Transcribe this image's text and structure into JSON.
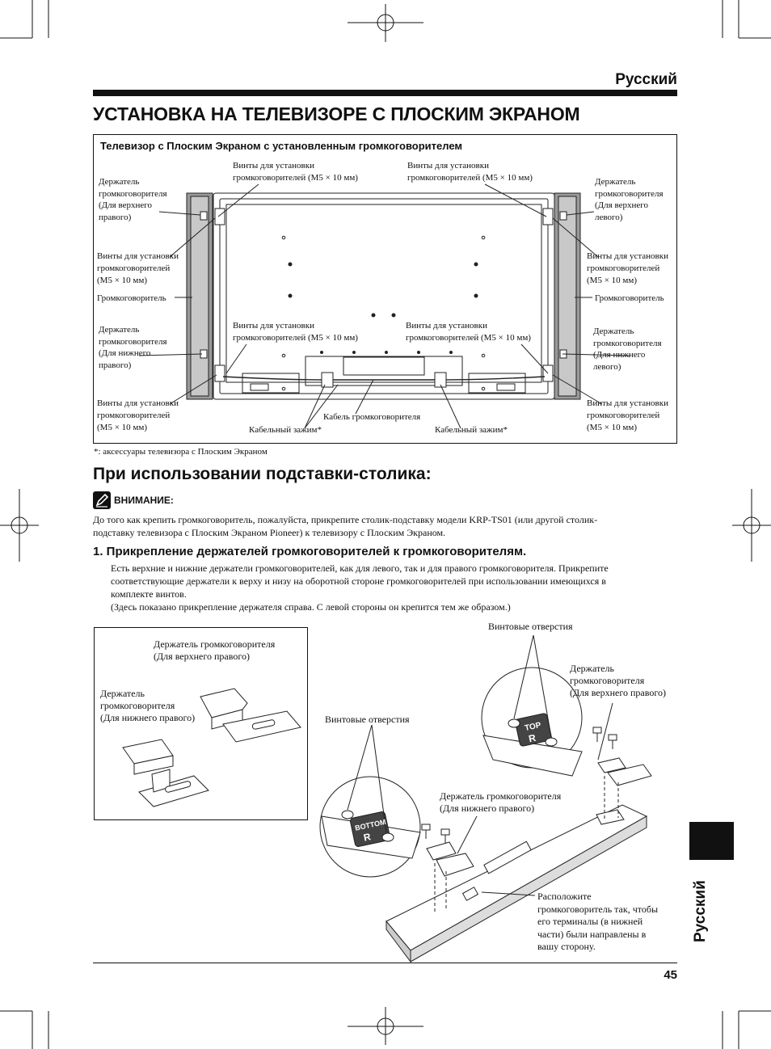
{
  "header": {
    "language": "Русский"
  },
  "section1": {
    "title": "УСТАНОВКА НА ТЕЛЕВИЗОРЕ С ПЛОСКИМ ЭКРАНОМ",
    "figure": {
      "title": "Телевизор с Плоским Экраном с установленным громкоговорителем",
      "labels": {
        "holder_upper_right": [
          "Держатель",
          "громкоговорителя",
          "(Для верхнего",
          "правого)"
        ],
        "holder_upper_left": [
          "Держатель",
          "громкоговорителя",
          "(Для верхнего",
          "левого)"
        ],
        "holder_lower_right": [
          "Держатель",
          "громкоговорителя",
          "(Для нижнего",
          "правого)"
        ],
        "holder_lower_left": [
          "Держатель",
          "громкоговорителя",
          "(Для нижнего",
          "левого)"
        ],
        "screws_top_left": [
          "Винты для установки",
          "громкоговорителей (M5 × 10 мм)"
        ],
        "screws_top_right": [
          "Винты для установки",
          "громкоговорителей (M5 × 10 мм)"
        ],
        "screws_mid_left": [
          "Винты для установки",
          "громкоговорителей (M5 × 10 мм)"
        ],
        "screws_mid_right": [
          "Винты для установки",
          "громкоговорителей (M5 × 10 мм)"
        ],
        "screws_side_left_upper": [
          "Винты для установки",
          "громкоговорителей",
          "(M5 × 10 мм)"
        ],
        "screws_side_right_upper": [
          "Винты для установки",
          "громкоговорителей",
          "(M5 × 10 мм)"
        ],
        "screws_side_left_lower": [
          "Винты для установки",
          "громкоговорителей",
          "(M5 × 10 мм)"
        ],
        "screws_side_right_lower": [
          "Винты для установки",
          "громкоговорителей",
          "(M5 × 10 мм)"
        ],
        "speaker_left": "Громкоговоритель",
        "speaker_right": "Громкоговоритель",
        "speaker_cable": "Кабель громкоговорителя",
        "cable_clamp_left": "Кабельный зажим*",
        "cable_clamp_right": "Кабельный зажим*"
      }
    },
    "footnote": "*: аксессуары телевизора с Плоским Экраном"
  },
  "section2": {
    "title": "При использовании подставки-столика:",
    "caution_label": "ВНИМАНИЕ:",
    "caution_text": [
      "До того как крепить громкоговоритель, пожалуйста, прикрепите столик-подставку модели KRP-TS01 (или другой столик-",
      "подставку телевизора с Плоским Экраном Pioneer) к телевизору с Плоским Экраном."
    ],
    "step1": {
      "heading": "1.  Прикрепление держателей громкоговорителей к громкоговорителям.",
      "body": [
        "Есть верхние и нижние держатели громкоговорителей, как для левого, так и для правого громкоговорителя. Прикрепите",
        "соответствующие держатели к верху и низу на оборотной стороне громкоговорителей при использовании имеющихся в",
        "комплекте винтов.",
        "(Здесь показано прикрепление держателя справа. С левой стороны он крепится тем же образом.)"
      ]
    },
    "figure2": {
      "inset_upper": [
        "Держатель громкоговорителя",
        "(Для верхнего правого)"
      ],
      "inset_lower": [
        "Держатель",
        "громкоговорителя",
        "(Для нижнего правого)"
      ],
      "screw_holes_top": "Винтовые отверстия",
      "screw_holes_left": "Винтовые отверстия",
      "holder_upper_right": [
        "Держатель",
        "громкоговорителя",
        "(Для верхнего правого)"
      ],
      "holder_lower_right": [
        "Держатель громкоговорителя",
        "(Для нижнего правого)"
      ],
      "position_note": [
        "Расположите",
        "громкоговоритель так, чтобы",
        "его терминалы (в нижней",
        "части) были направлены в",
        "вашу сторону."
      ],
      "tag_top": [
        "TOP",
        "R"
      ],
      "tag_bottom": [
        "BOTTOM",
        "R"
      ]
    }
  },
  "side_tab": {
    "language": "Русский"
  },
  "footer": {
    "page_number": "45"
  }
}
